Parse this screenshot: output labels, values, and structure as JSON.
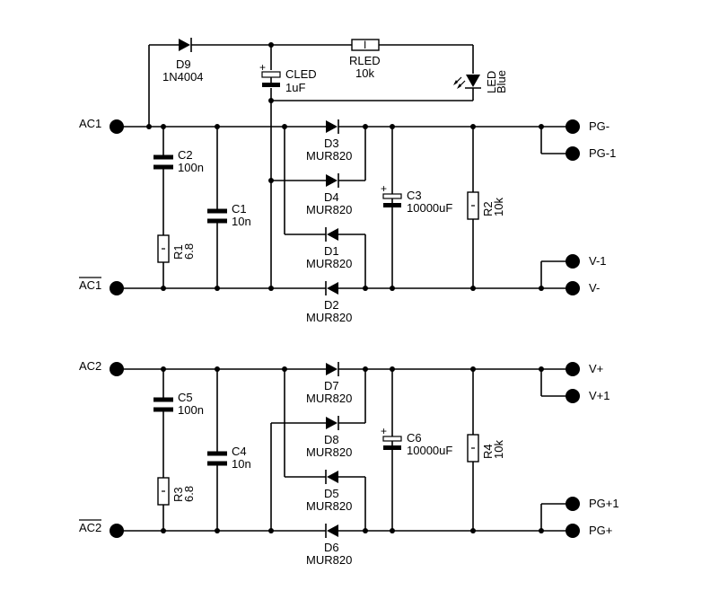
{
  "terminals": {
    "ac1": "AC1",
    "ac1_bar": "AC1",
    "ac2": "AC2",
    "ac2_bar": "AC2",
    "pg_minus": "PG-",
    "pg_minus1": "PG-1",
    "v_minus1": "V-1",
    "v_minus": "V-",
    "v_plus": "V+",
    "v_plus1": "V+1",
    "pg_plus1": "PG+1",
    "pg_plus": "PG+"
  },
  "components": {
    "d9": {
      "ref": "D9",
      "value": "1N4004"
    },
    "cled": {
      "ref": "CLED",
      "value": "1uF"
    },
    "rled": {
      "ref": "RLED",
      "value": "10k"
    },
    "led": {
      "ref": "LED",
      "value": "Blue"
    },
    "c2": {
      "ref": "C2",
      "value": "100n"
    },
    "r1": {
      "ref": "R1",
      "value": "6.8"
    },
    "c1": {
      "ref": "C1",
      "value": "10n"
    },
    "d3": {
      "ref": "D3",
      "value": "MUR820"
    },
    "d4": {
      "ref": "D4",
      "value": "MUR820"
    },
    "d1": {
      "ref": "D1",
      "value": "MUR820"
    },
    "d2": {
      "ref": "D2",
      "value": "MUR820"
    },
    "c3": {
      "ref": "C3",
      "value": "10000uF"
    },
    "r2": {
      "ref": "R2",
      "value": "10k"
    },
    "c5": {
      "ref": "C5",
      "value": "100n"
    },
    "r3": {
      "ref": "R3",
      "value": "6.8"
    },
    "c4": {
      "ref": "C4",
      "value": "10n"
    },
    "d7": {
      "ref": "D7",
      "value": "MUR820"
    },
    "d8": {
      "ref": "D8",
      "value": "MUR820"
    },
    "d5": {
      "ref": "D5",
      "value": "MUR820"
    },
    "d6": {
      "ref": "D6",
      "value": "MUR820"
    },
    "c6": {
      "ref": "C6",
      "value": "10000uF"
    },
    "r4": {
      "ref": "R4",
      "value": "10k"
    }
  },
  "symbols": {
    "polarity": "+",
    "resistor_mark": "I"
  }
}
